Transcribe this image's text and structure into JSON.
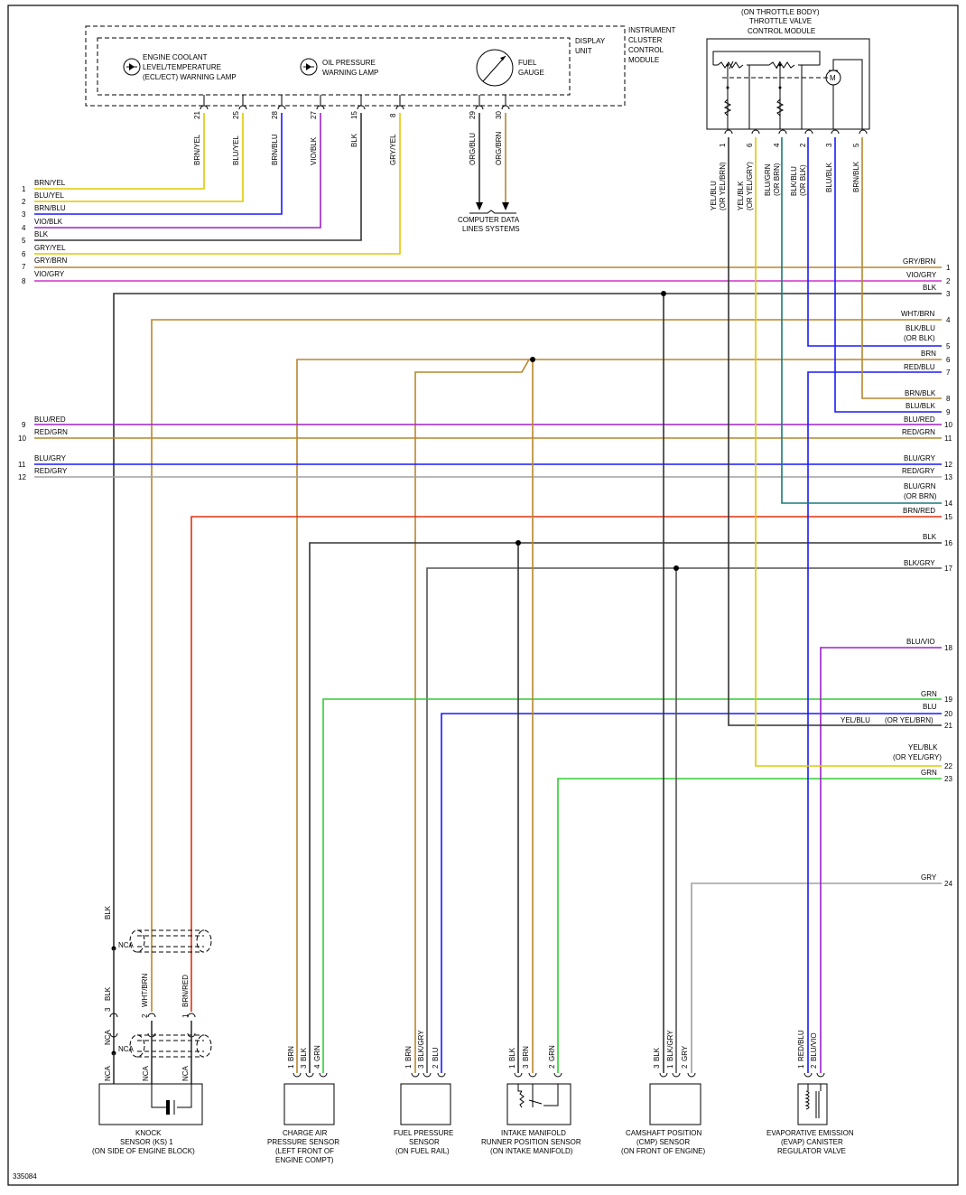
{
  "doc_id": "335084",
  "cluster": {
    "title": [
      "INSTRUMENT",
      "CLUSTER",
      "CONTROL",
      "MODULE"
    ],
    "display_unit": [
      "DISPLAY",
      "UNIT"
    ],
    "lamp_coolant": [
      "ENGINE COOLANT",
      "LEVEL/TEMPERATURE",
      "(ECL/ECT) WARNING LAMP"
    ],
    "lamp_oil": [
      "OIL PRESSURE",
      "WARNING LAMP"
    ],
    "fuel_gauge": [
      "FUEL",
      "GAUGE"
    ],
    "pins": [
      {
        "pin": "21",
        "wire": "BRN/YEL"
      },
      {
        "pin": "25",
        "wire": "BLU/YEL"
      },
      {
        "pin": "28",
        "wire": "BRN/BLU"
      },
      {
        "pin": "27",
        "wire": "VIO/BLK"
      },
      {
        "pin": "15",
        "wire": "BLK"
      },
      {
        "pin": "8",
        "wire": "GRY/YEL"
      },
      {
        "pin": "29",
        "wire": "ORG/BLU"
      },
      {
        "pin": "30",
        "wire": "ORG/BRN"
      }
    ],
    "computer_lines": [
      "COMPUTER DATA",
      "LINES SYSTEMS"
    ]
  },
  "throttle": {
    "title": [
      "(ON THROTTLE BODY)",
      "THROTTLE VALVE",
      "CONTROL MODULE"
    ],
    "motor": "M",
    "pins": [
      {
        "pin": "1",
        "wire": "YEL/BLU",
        "alt": "(OR YEL/BRN)"
      },
      {
        "pin": "6",
        "wire": "YEL/BLK",
        "alt": "(OR YEL/GRY)"
      },
      {
        "pin": "4",
        "wire": "BLU/GRN",
        "alt": "(OR BRN)"
      },
      {
        "pin": "2",
        "wire": "BLK/BLU",
        "alt": "(OR BLK)"
      },
      {
        "pin": "3",
        "wire": "BLU/BLK",
        "alt": ""
      },
      {
        "pin": "5",
        "wire": "BRN/BLK",
        "alt": ""
      }
    ]
  },
  "left_terms": [
    {
      "n": "1",
      "label": "BRN/YEL"
    },
    {
      "n": "2",
      "label": "BLU/YEL"
    },
    {
      "n": "3",
      "label": "BRN/BLU"
    },
    {
      "n": "4",
      "label": "VIO/BLK"
    },
    {
      "n": "5",
      "label": "BLK"
    },
    {
      "n": "6",
      "label": "GRY/YEL"
    },
    {
      "n": "7",
      "label": "GRY/BRN"
    },
    {
      "n": "8",
      "label": "VIO/GRY"
    },
    {
      "n": "9",
      "label": "BLU/RED"
    },
    {
      "n": "10",
      "label": "RED/GRN"
    },
    {
      "n": "11",
      "label": "BLU/GRY"
    },
    {
      "n": "12",
      "label": "RED/GRY"
    }
  ],
  "right_terms": [
    {
      "n": "1",
      "label": "GRY/BRN"
    },
    {
      "n": "2",
      "label": "VIO/GRY"
    },
    {
      "n": "3",
      "label": "BLK"
    },
    {
      "n": "4",
      "label": "WHT/BRN"
    },
    {
      "n": "5",
      "label": "BLK/BLU",
      "alt": "(OR BLK)"
    },
    {
      "n": "6",
      "label": "BRN"
    },
    {
      "n": "7",
      "label": "RED/BLU"
    },
    {
      "n": "8",
      "label": "BRN/BLK"
    },
    {
      "n": "9",
      "label": "BLU/BLK"
    },
    {
      "n": "10",
      "label": "BLU/RED"
    },
    {
      "n": "11",
      "label": "RED/GRN"
    },
    {
      "n": "12",
      "label": "BLU/GRY"
    },
    {
      "n": "13",
      "label": "RED/GRY"
    },
    {
      "n": "14",
      "label": "BLU/GRN",
      "alt": "(OR BRN)"
    },
    {
      "n": "15",
      "label": "BRN/RED"
    },
    {
      "n": "16",
      "label": "BLK"
    },
    {
      "n": "17",
      "label": "BLK/GRY"
    },
    {
      "n": "18",
      "label": "BLU/VIO"
    },
    {
      "n": "19",
      "label": "GRN"
    },
    {
      "n": "20",
      "label": "BLU"
    },
    {
      "n": "21",
      "label": "YEL/BLU",
      "alt": "(OR YEL/BRN)"
    },
    {
      "n": "22",
      "label": "YEL/BLK",
      "alt": "(OR YEL/GRY)"
    },
    {
      "n": "23",
      "label": "GRN"
    },
    {
      "n": "24",
      "label": "GRY"
    }
  ],
  "shield_label": "NCA",
  "components": {
    "knock": {
      "name": [
        "KNOCK",
        "SENSOR (KS) 1",
        "(ON SIDE OF ENGINE BLOCK)"
      ],
      "pins": [
        {
          "pin": "3",
          "wire": "BLK"
        },
        {
          "pin": "2",
          "wire": "WHT/BRN"
        },
        {
          "pin": "1",
          "wire": "BRN/RED"
        }
      ],
      "vertical_label": "BLK"
    },
    "charge": {
      "name": [
        "CHARGE AIR",
        "PRESSURE SENSOR",
        "(LEFT FRONT OF",
        "ENGINE COMPT)"
      ],
      "pins": [
        {
          "pin": "1",
          "wire": "BRN"
        },
        {
          "pin": "3",
          "wire": "BLK"
        },
        {
          "pin": "4",
          "wire": "GRN"
        }
      ]
    },
    "fuel": {
      "name": [
        "FUEL PRESSURE",
        "SENSOR",
        "(ON FUEL RAIL)"
      ],
      "pins": [
        {
          "pin": "1",
          "wire": "BRN"
        },
        {
          "pin": "3",
          "wire": "BLK/GRY"
        },
        {
          "pin": "2",
          "wire": "BLU"
        }
      ]
    },
    "intake": {
      "name": [
        "INTAKE MANIFOLD",
        "RUNNER POSITION SENSOR",
        "(ON INTAKE MANIFOLD)"
      ],
      "pins": [
        {
          "pin": "1",
          "wire": "BLK"
        },
        {
          "pin": "3",
          "wire": "BRN"
        },
        {
          "pin": "2",
          "wire": "GRN"
        }
      ]
    },
    "cmp": {
      "name": [
        "CAMSHAFT POSITION",
        "(CMP) SENSOR",
        "(ON FRONT OF ENGINE)"
      ],
      "pins": [
        {
          "pin": "3",
          "wire": "BLK"
        },
        {
          "pin": "1",
          "wire": "BLK/GRY"
        },
        {
          "pin": "2",
          "wire": "GRY"
        }
      ]
    },
    "evap": {
      "name": [
        "EVAPORATIVE EMISSION",
        "(EVAP) CANISTER",
        "REGULATOR VALVE"
      ],
      "pins": [
        {
          "pin": "1",
          "wire": "RED/BLU"
        },
        {
          "pin": "2",
          "wire": "BLU/VIO"
        }
      ]
    }
  },
  "colors": {
    "BRN": "#b8862b",
    "YEL": "#e0c800",
    "BLU": "#1a1aff",
    "VIO": "#9a22c8",
    "GRN": "#33cc33",
    "RED": "#e03010",
    "GRY": "#a0a0a0",
    "BLK": "#333333",
    "MAG": "#cc33cc",
    "TEAL": "#1a7a7a"
  }
}
